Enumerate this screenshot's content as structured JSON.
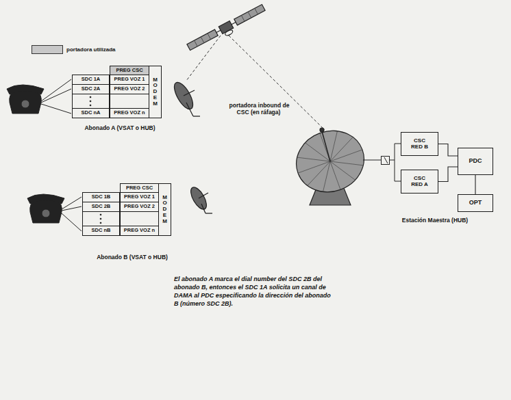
{
  "diagram": {
    "caption": "El abonado A marca el dial number del SDC 2B del abonado B, entonces el SDC 1A solicita un canal de DAMA al PDC especificando la dirección del abonado B (número SDC 2B).",
    "nodes": [
      {
        "text": [
          "PREG CSC"
        ]
      },
      {
        "text": [
          "SDC 1A"
        ]
      },
      {
        "text": [
          "PREG VOZ 1"
        ]
      },
      {
        "text": [
          "SDC 2A"
        ]
      },
      {
        "text": [
          "PREG VOZ 2"
        ]
      },
      {
        "text": [
          "SDC nA"
        ]
      },
      {
        "text": [
          "PREG VOZ n"
        ]
      },
      {
        "text": [
          "MODEM"
        ]
      },
      {
        "text": [
          "PREG CSC"
        ]
      },
      {
        "text": [
          "SDC 1B"
        ]
      },
      {
        "text": [
          "PREG VOZ 1"
        ]
      },
      {
        "text": [
          "SDC 2B"
        ]
      },
      {
        "text": [
          "PREG VOZ 2"
        ]
      },
      {
        "text": [
          "SDC nB"
        ]
      },
      {
        "text": [
          "PREG VOZ n"
        ]
      },
      {
        "text": [
          "MODEM"
        ]
      },
      {
        "text": [
          "CSC",
          "RED B"
        ]
      },
      {
        "text": [
          "CSC",
          "RED A"
        ]
      },
      {
        "text": [
          "PDC"
        ]
      },
      {
        "text": [
          "OPT"
        ]
      }
    ],
    "edges": [
      {
        "from": 16,
        "to": 18,
        "arrow": "none"
      },
      {
        "from": 17,
        "to": 18,
        "arrow": "none"
      },
      {
        "from": 18,
        "to": 19,
        "arrow": "none"
      }
    ],
    "labels": [
      "portadora inbound de CSC (en ráfaga)",
      "Abonado A (VSAT o HUB)",
      "Abonado B (VSAT o HUB)",
      "Estación Maestra (HUB)"
    ],
    "legend": [
      {
        "text": "portadora utilizada",
        "color": "#c8c8c8"
      }
    ]
  }
}
